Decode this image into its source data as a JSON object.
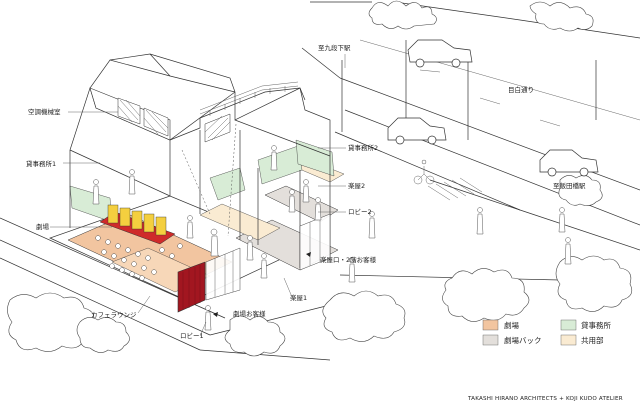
{
  "labels": {
    "kucho_kikaishitsu": "空調機械室",
    "kashi_jimusho_1": "貸事務所1",
    "gekijo": "劇場",
    "cafe_lounge": "カフェラウンジ",
    "gekijo_okyakusama": "劇場お客様",
    "lobby_1": "ロビー1",
    "kudanshita_eki": "至九段下駅",
    "mejiro_dori": "目白通り",
    "iidabashi_eki": "至飯田橋駅",
    "kashi_jimusho_2": "貸事務所2",
    "gakuya_2": "楽屋2",
    "lobby_2": "ロビー2",
    "gakuyaguchi": "楽屋口・2階お客様",
    "gakuya_1": "楽屋1"
  },
  "legend": {
    "items": [
      {
        "label": "劇場",
        "color": "#f2c5a0"
      },
      {
        "label": "貸事務所",
        "color": "#d8ecd6"
      },
      {
        "label": "劇場バック",
        "color": "#e3dfdb"
      },
      {
        "label": "共用部",
        "color": "#faebd2"
      }
    ]
  },
  "credit": "TAKASHI HIRANO ARCHITECTS + KOJI KUDO ATELIER",
  "colors": {
    "theater": "#f2c5a0",
    "office": "#d8ecd6",
    "backstage": "#e3dfdb",
    "common": "#faebd2",
    "curtain": "#a21620",
    "seat_red": "#cf2a2a",
    "banner_yellow": "#f4cf3f"
  }
}
